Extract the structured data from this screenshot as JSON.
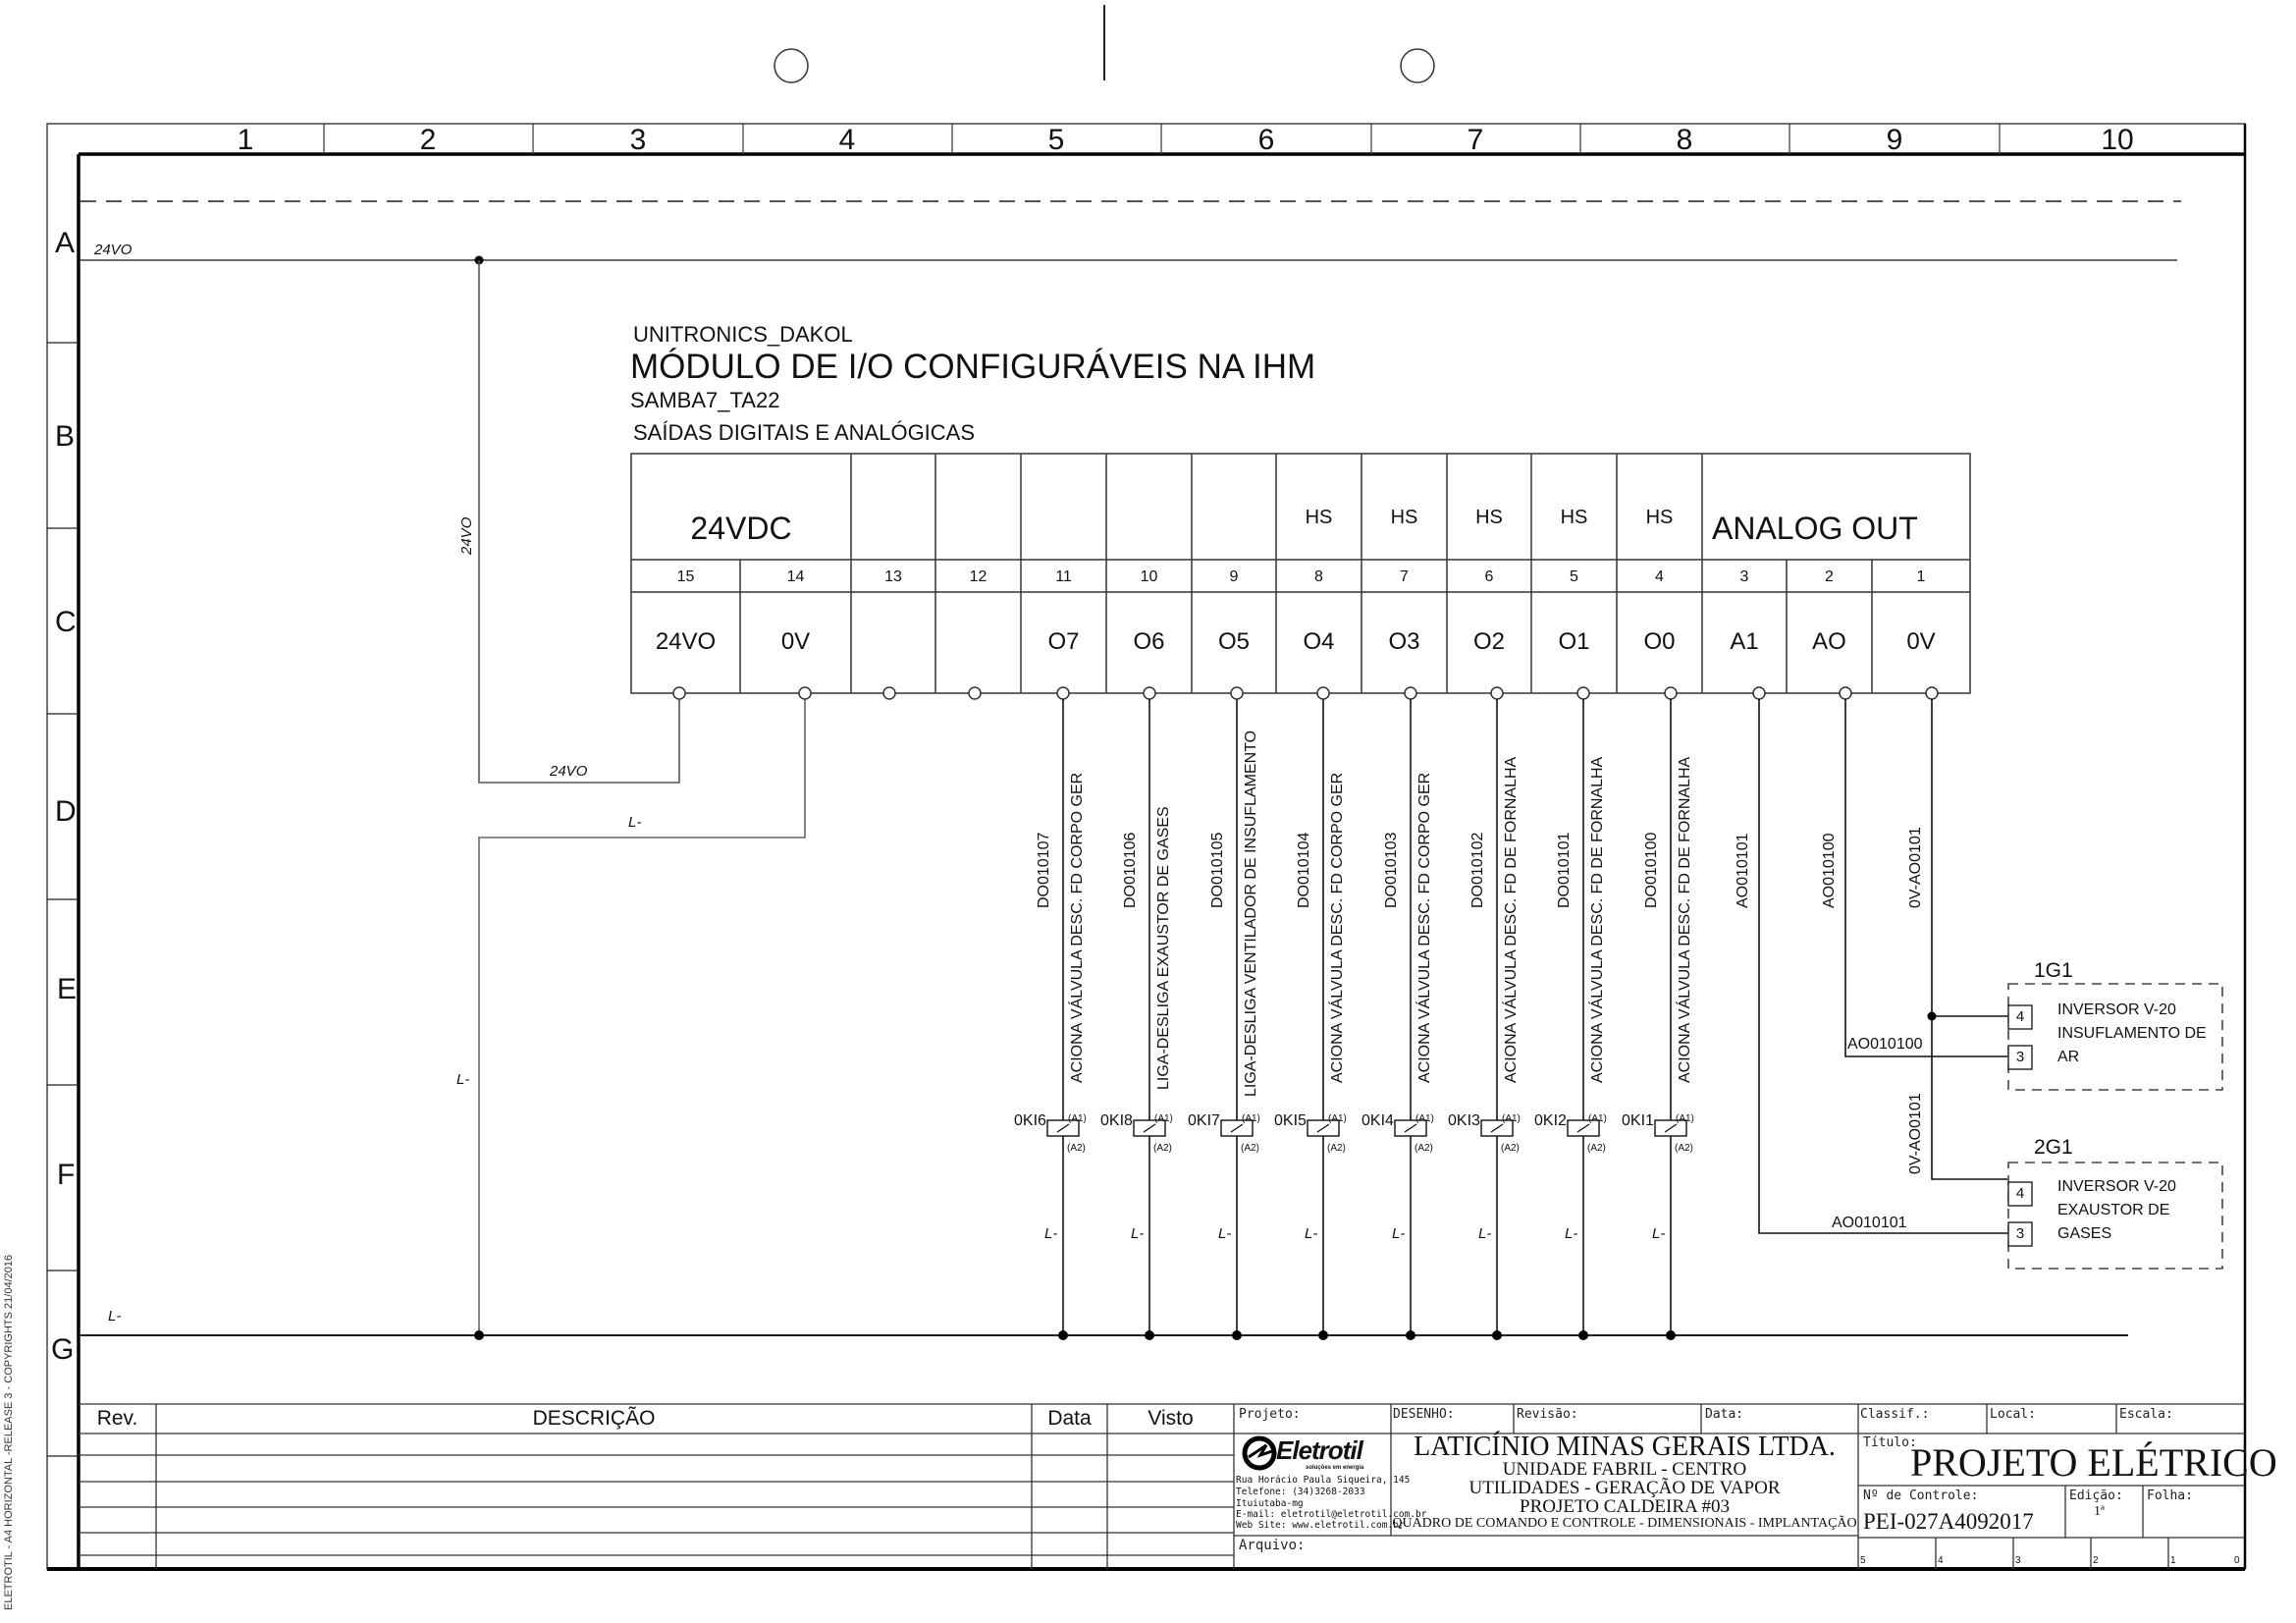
{
  "sheet": {
    "side_note": "ELETROTIL - A4 HORIZONTAL -RELEASE 3 - COPYRIGHTS 21/04/2016",
    "column_labels": [
      "1",
      "2",
      "3",
      "4",
      "5",
      "6",
      "7",
      "8",
      "9",
      "10"
    ],
    "row_labels": [
      "A",
      "B",
      "C",
      "D",
      "E",
      "F",
      "G"
    ]
  },
  "module": {
    "manufacturer": "UNITRONICS_DAKOL",
    "title": "MÓDULO DE I/O CONFIGURÁVEIS NA IHM",
    "model": "SAMBA7_TA22",
    "subtitle": "SAÍDAS DIGITAIS E ANALÓGICAS",
    "group_24vdc": "24VDC",
    "group_analog": "ANALOG OUT",
    "terminals": [
      {
        "num": "15",
        "label": "24VO",
        "tag": ""
      },
      {
        "num": "14",
        "label": "0V",
        "tag": ""
      },
      {
        "num": "13",
        "label": "",
        "tag": ""
      },
      {
        "num": "12",
        "label": "",
        "tag": ""
      },
      {
        "num": "11",
        "label": "O7",
        "tag": ""
      },
      {
        "num": "10",
        "label": "O6",
        "tag": ""
      },
      {
        "num": "9",
        "label": "O5",
        "tag": ""
      },
      {
        "num": "8",
        "label": "O4",
        "tag": "HS"
      },
      {
        "num": "7",
        "label": "O3",
        "tag": "HS"
      },
      {
        "num": "6",
        "label": "O2",
        "tag": "HS"
      },
      {
        "num": "5",
        "label": "O1",
        "tag": "HS"
      },
      {
        "num": "4",
        "label": "O0",
        "tag": "HS"
      },
      {
        "num": "3",
        "label": "A1",
        "tag": ""
      },
      {
        "num": "2",
        "label": "AO",
        "tag": ""
      },
      {
        "num": "1",
        "label": "0V",
        "tag": ""
      }
    ]
  },
  "wires": {
    "bus_24vo": "24VO",
    "bus_l_minus": "L-",
    "vert_24vo": "24VO",
    "horiz_24vo": "24VO",
    "horiz_l": "L-",
    "vert_l": "L-"
  },
  "outputs": [
    {
      "wire": "DO010107",
      "desc": "ACIONA VÁLVULA DESC. FD CORPO GER",
      "relay": "0KI6",
      "a1": "(A1)",
      "a2": "(A2)",
      "ret": "L-"
    },
    {
      "wire": "DO010106",
      "desc": "LIGA-DESLIGA EXAUSTOR DE GASES",
      "relay": "0KI8",
      "a1": "(A1)",
      "a2": "(A2)",
      "ret": "L-"
    },
    {
      "wire": "DO010105",
      "desc": "LIGA-DESLIGA VENTILADOR DE INSUFLAMENTO",
      "relay": "0KI7",
      "a1": "(A1)",
      "a2": "(A2)",
      "ret": "L-"
    },
    {
      "wire": "DO010104",
      "desc": "ACIONA VÁLVULA DESC. FD CORPO GER",
      "relay": "0KI5",
      "a1": "(A1)",
      "a2": "(A2)",
      "ret": "L-"
    },
    {
      "wire": "DO010103",
      "desc": "ACIONA VÁLVULA DESC. FD CORPO GER",
      "relay": "0KI4",
      "a1": "(A1)",
      "a2": "(A2)",
      "ret": "L-"
    },
    {
      "wire": "DO010102",
      "desc": "ACIONA VÁLVULA DESC. FD DE FORNALHA",
      "relay": "0KI3",
      "a1": "(A1)",
      "a2": "(A2)",
      "ret": "L-"
    },
    {
      "wire": "DO010101",
      "desc": "ACIONA VÁLVULA DESC. FD DE FORNALHA",
      "relay": "0KI2",
      "a1": "(A1)",
      "a2": "(A2)",
      "ret": "L-"
    },
    {
      "wire": "DO010100",
      "desc": "ACIONA VÁLVULA DESC. FD DE FORNALHA",
      "relay": "0KI1",
      "a1": "(A1)",
      "a2": "(A2)",
      "ret": "L-"
    }
  ],
  "analog": {
    "wire_a1": "AO010101",
    "wire_ao": "AO010100",
    "wire_0v": "0V-AO0101",
    "wire_0v_2": "0V-AO0101",
    "label_to_1g1": "AO010100",
    "label_to_2g1": "AO010101"
  },
  "drives": [
    {
      "tag": "1G1",
      "lines": [
        "INVERSOR V-20",
        "INSUFLAMENTO DE",
        "AR"
      ],
      "terminals": [
        "4",
        "3"
      ]
    },
    {
      "tag": "2G1",
      "lines": [
        "INVERSOR V-20",
        "EXAUSTOR DE",
        "GASES"
      ],
      "terminals": [
        "4",
        "3"
      ]
    }
  ],
  "revision_table": {
    "headers": {
      "rev": "Rev.",
      "desc": "DESCRIÇÃO",
      "date": "Data",
      "visto": "Visto"
    },
    "rows": [
      [
        "",
        "",
        "",
        ""
      ],
      [
        "",
        "",
        "",
        ""
      ],
      [
        "",
        "",
        "",
        ""
      ],
      [
        "",
        "",
        "",
        ""
      ],
      [
        "",
        "",
        "",
        ""
      ],
      [
        "",
        "",
        "",
        ""
      ]
    ]
  },
  "title_block": {
    "projeto_label": "Projeto:",
    "desenho_label": "DESENHO:",
    "revisao_label": "Revisão:",
    "data_label": "Data:",
    "classif_label": "Classif.:",
    "local_label": "Local:",
    "escala_label": "Escala:",
    "company_logo": "Eletrotil",
    "company_slogan": "soluções em energia",
    "company_address": [
      "Rua Horácio Paula Siqueira, 145",
      "Telefone: (34)3268-2033",
      "Ituiutaba-mg",
      "E-mail: eletrotil@eletrotil.com.br",
      "Web Site: www.eletrotil.com.br"
    ],
    "client": "LATICÍNIO MINAS GERAIS LTDA.",
    "client_lines": [
      "UNIDADE FABRIL - CENTRO",
      "UTILIDADES - GERAÇÃO DE VAPOR",
      "PROJETO CALDEIRA #03",
      "QUADRO DE COMANDO E CONTROLE - DIMENSIONAIS - IMPLANTAÇÃO"
    ],
    "arquivo_label": "Arquivo:",
    "titulo_label": "Título:",
    "titulo": "PROJETO ELÉTRICO",
    "controle_label": "Nº de Controle:",
    "controle": "PEI-027A4092017",
    "edicao_label": "Edição:",
    "edicao": "1ª",
    "folha_label": "Folha:",
    "scale_ticks": [
      "5",
      "4",
      "3",
      "2",
      "1",
      "0"
    ]
  }
}
